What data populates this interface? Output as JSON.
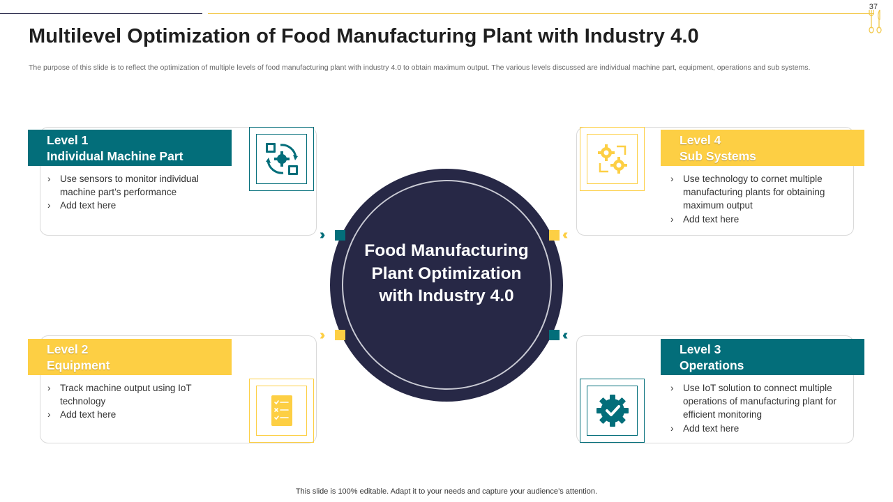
{
  "page_number": "37",
  "title": "Multilevel Optimization of Food Manufacturing Plant with Industry 4.0",
  "subtitle": "The purpose of this slide is to reflect the optimization of multiple levels of food manufacturing plant with industry 4.0 to obtain maximum output. The various levels discussed are individual machine part, equipment, operations and sub systems.",
  "center": {
    "text": "Food Manufacturing Plant Optimization with Industry 4.0"
  },
  "levels": [
    {
      "level": "Level 1",
      "name": "Individual Machine Part",
      "points": [
        "Use sensors to monitor  individual machine part’s performance",
        "Add text here"
      ],
      "icon": "gear-circuit-icon",
      "color": "#036e7a"
    },
    {
      "level": "Level 2",
      "name": "Equipment",
      "points": [
        "Track machine output  using IoT technology",
        "Add text here"
      ],
      "icon": "checklist-icon",
      "color": "#fdcf44"
    },
    {
      "level": "Level 3",
      "name": "Operations",
      "points": [
        "Use IoT solution to connect multiple operations of manufacturing plant for efficient monitoring",
        "Add text here"
      ],
      "icon": "gear-check-icon",
      "color": "#036e7a"
    },
    {
      "level": "Level 4",
      "name": "Sub Systems",
      "points": [
        "Use technology to cornet multiple manufacturing plants for obtaining maximum output",
        "Add text here"
      ],
      "icon": "gears-cycle-icon",
      "color": "#fdcf44"
    }
  ],
  "colors": {
    "teal": "#036e7a",
    "gold": "#fdcf44",
    "navy": "#272846"
  },
  "footer": "This slide is 100% editable. Adapt it to your needs and capture your audience’s attention."
}
